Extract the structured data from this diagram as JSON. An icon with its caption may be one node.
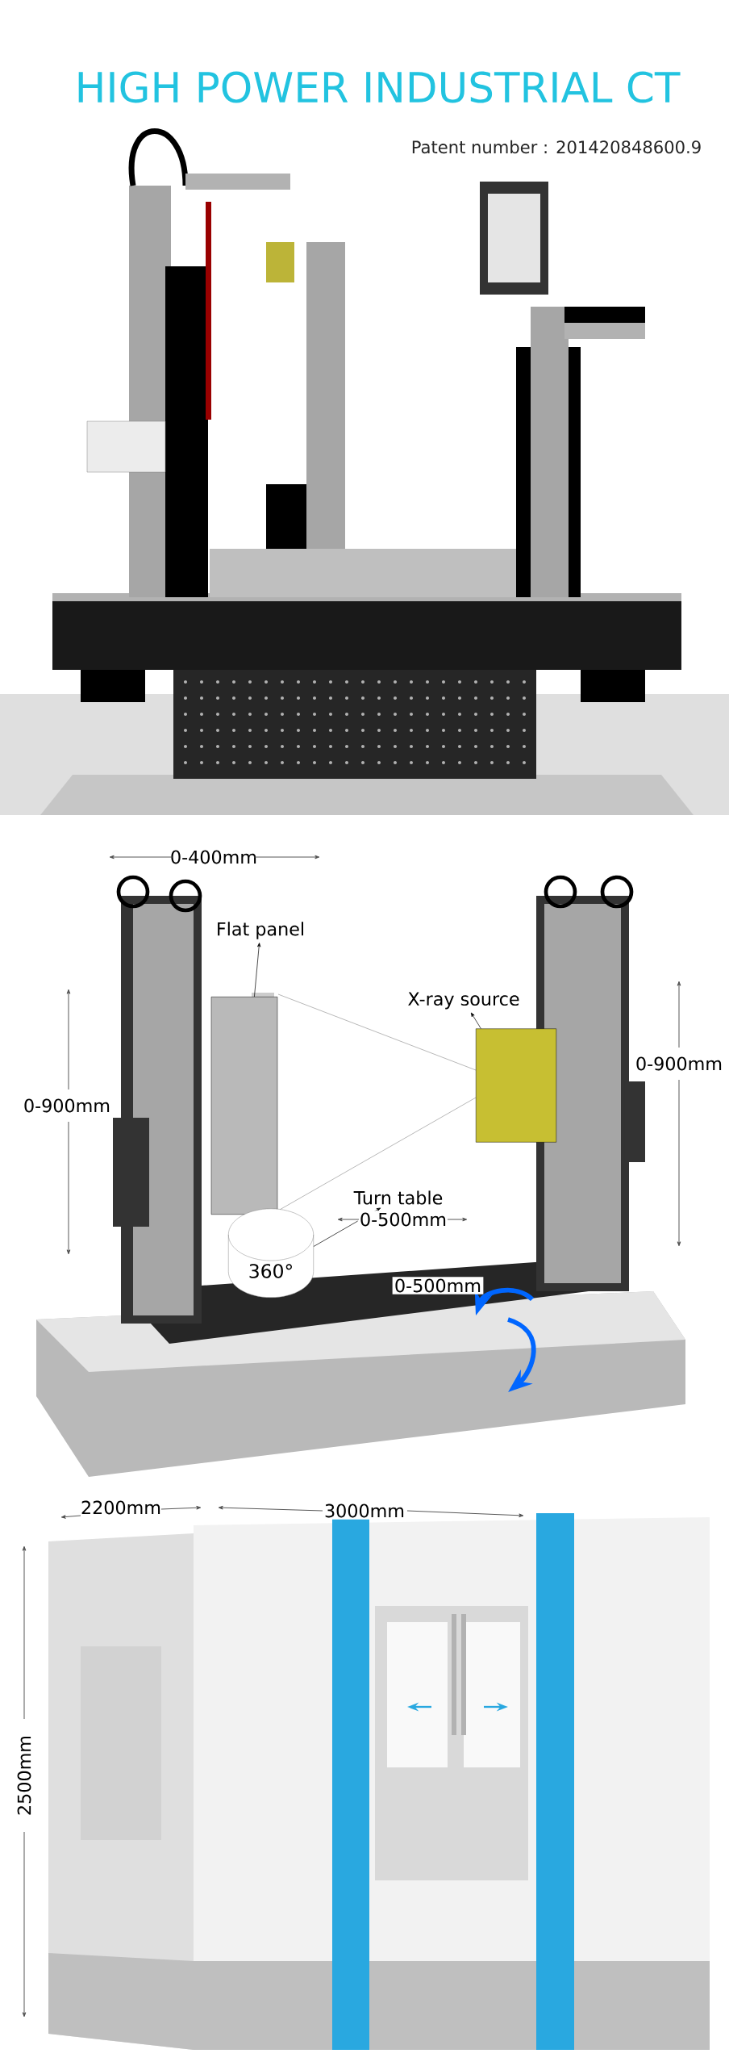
{
  "diagram": {
    "title": "HIGH POWER INDUSTRIAL CT",
    "nodes": [
      {
        "text": [
          "Flat panel"
        ]
      },
      {
        "text": [],
        "shape": "box"
      },
      {
        "text": [
          "X-ray source"
        ]
      },
      {
        "text": [],
        "shape": "box"
      },
      {
        "text": [
          "Turn table"
        ]
      },
      {
        "text": [
          "360°"
        ]
      }
    ],
    "edges": [
      {
        "from": 1,
        "to": 0,
        "arrow": "to"
      },
      {
        "from": 3,
        "to": 2,
        "arrow": "to"
      },
      {
        "from": 5,
        "to": 4,
        "arrow": "to"
      }
    ],
    "labels": [
      "Patent number : 201420848600.9",
      "0-400mm",
      "0-900mm",
      "0-900mm",
      "0-500mm",
      "0-500mm",
      "2200mm",
      "3000mm",
      "2500mm"
    ]
  }
}
